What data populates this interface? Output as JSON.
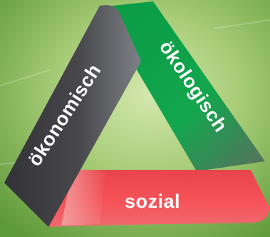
{
  "diagram": {
    "labels": {
      "economic": "ökonomisch",
      "ecological": "ökologisch",
      "social": "sozial"
    },
    "colors": {
      "economic": "#444448",
      "ecological": "#10a24a",
      "social": "#f2484e",
      "background_light": "#cfe3a4",
      "background_dark": "#5f9a3a"
    }
  }
}
